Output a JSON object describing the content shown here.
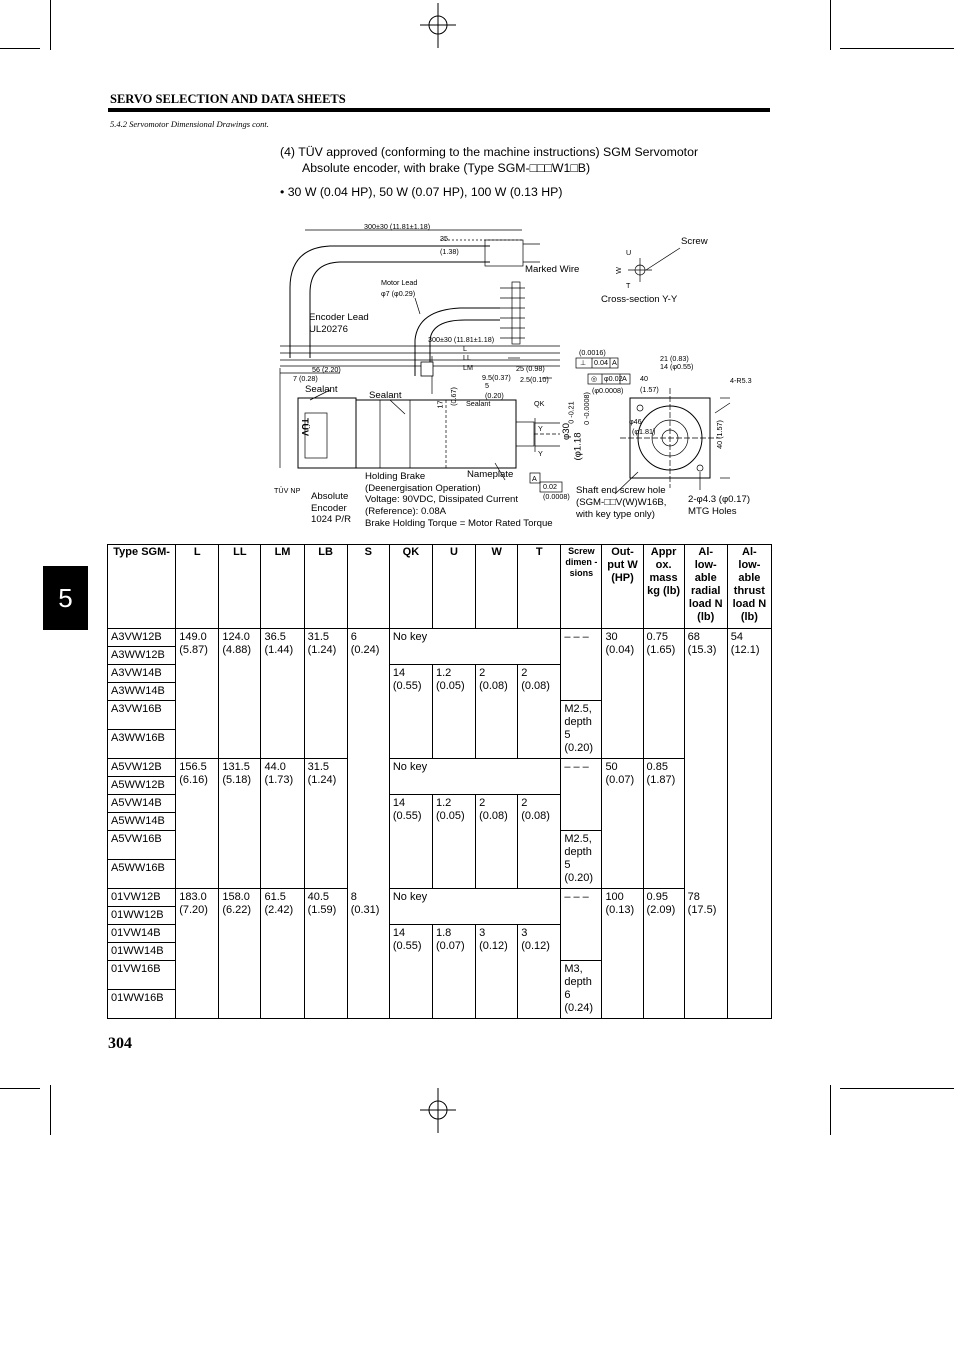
{
  "header": {
    "title": "SERVO SELECTION AND DATA SHEETS",
    "subtitle": "5.4.2 Servomotor Dimensional Drawings cont."
  },
  "chapter_tab": "5",
  "intro": {
    "line1": "(4)  TÜV approved (conforming to the machine instructions) SGM Servomotor",
    "line2": "Absolute encoder, with brake (Type SGM-□□□W1□B)",
    "bullet": "• 30 W (0.04 HP), 50 W (0.07 HP), 100 W (0.13 HP)"
  },
  "drawing": {
    "lead_len": "300±30 (11.81±1.18)",
    "d35": "35",
    "d138": "(1.38)",
    "screw": "Screw",
    "u": "U",
    "w": "W",
    "t": "T",
    "marked_wire": "Marked Wire",
    "cross_section": "Cross-section Y-Y",
    "motor_lead": "Motor Lead",
    "motor_lead_dia": "φ7 (φ0.29)",
    "encoder_lead": "Encoder Lead",
    "ul": "UL20276",
    "lead_len2": "300±30 (11.81±1.18)",
    "L": "L",
    "LL": "LL",
    "LM": "LM",
    "d56": "56 (2.20)",
    "d7": "7 (0.28)",
    "d25": "25 (0.98)",
    "d95": "9.5(0.37)",
    "d25b": "2.5(0.10)",
    "d5": "5",
    "d020": "(0.20)",
    "sealant": "Sealant",
    "sealant2": "Sealant",
    "sealant3": "Sealant",
    "d17": "17",
    "d067": "(0.67)",
    "qk": "QK",
    "y1": "Y",
    "y2": "Y",
    "tol0016": "(0.0016)",
    "perp": "⊥",
    "tol004": "0.04",
    "datum_a": "A",
    "conc": "◎",
    "tol002": "φ0.02",
    "datum_a2": "A",
    "tol00008": "(φ0.0008)",
    "d21": "21 (0.83)",
    "d14": "14 (φ0.55)",
    "d40": "40",
    "d157": "(1.57)",
    "r53": "4-R5.3",
    "d46": "φ46",
    "d181": "(φ1.81)",
    "d40v": "40 (1.57)",
    "phi30": "φ30",
    "phi118": "(φ1.18",
    "tol021": "0 -0.21",
    "tol0008v": "0 -0.0008)",
    "tuv_np": "TÜV NP",
    "abs_enc1": "Absolute",
    "abs_enc2": "Encoder",
    "abs_enc3": "1024 P/R",
    "hb1": "Holding Brake",
    "hb2": "(Deenergisation Operation)",
    "hb3": "Voltage: 90VDC, Dissipated Current",
    "hb4": "(Reference): 0.08A",
    "hb5": "Brake Holding Torque = Motor Rated Torque",
    "nameplate": "Nameplate",
    "datum_a3": "A",
    "tol002b": "0.02",
    "tol0008b": "(0.0008)",
    "shaft1": "Shaft end screw hole",
    "shaft2": "(SGM-□□V(W)W16B,",
    "shaft3": "with key type only)",
    "mtg1": "2-φ4.3 (φ0.17)",
    "mtg2": "MTG Holes",
    "tuv_mark": "TÜV"
  },
  "table": {
    "headers": [
      "Type SGM-",
      "L",
      "LL",
      "LM",
      "LB",
      "S",
      "QK",
      "U",
      "W",
      "T",
      "Screw dimen -sions",
      "Out- put W (HP)",
      "Appr ox. mass kg (lb)",
      "Al- low- able radial load N (lb)",
      "Al- low- able thrust load N (lb)"
    ],
    "groups": [
      {
        "types": [
          "A3VW12B",
          "A3WW12B",
          "A3VW14B",
          "A3WW14B",
          "A3VW16B",
          "A3WW16B"
        ],
        "L": "149.0 (5.87)",
        "LL": "124.0 (4.88)",
        "LM": "36.5 (1.44)",
        "LB": "31.5 (1.24)",
        "S": "6 (0.24)",
        "nokey": "No key",
        "dash": "– – –",
        "QK": "14 (0.55)",
        "U": "1.2 (0.05)",
        "W": "2 (0.08)",
        "T": "2 (0.08)",
        "screw": "M2.5, depth 5 (0.20)",
        "out": "30 (0.04)",
        "mass": "0.75 (1.65)",
        "radial": "68 (15.3)",
        "thrust": "54 (12.1)"
      },
      {
        "types": [
          "A5VW12B",
          "A5WW12B",
          "A5VW14B",
          "A5WW14B",
          "A5VW16B",
          "A5WW16B"
        ],
        "L": "156.5 (6.16)",
        "LL": "131.5 (5.18)",
        "LM": "44.0 (1.73)",
        "LB": "31.5 (1.24)",
        "nokey": "No key",
        "dash": "– – –",
        "QK": "14 (0.55)",
        "U": "1.2 (0.05)",
        "W": "2 (0.08)",
        "T": "2 (0.08)",
        "screw": "M2.5, depth 5 (0.20)",
        "out": "50 (0.07)",
        "mass": "0.85 (1.87)"
      },
      {
        "types": [
          "01VW12B",
          "01WW12B",
          "01VW14B",
          "01WW14B",
          "01VW16B",
          "01WW16B"
        ],
        "L": "183.0 (7.20)",
        "LL": "158.0 (6.22)",
        "LM": "61.5 (2.42)",
        "LB": "40.5 (1.59)",
        "S": "8 (0.31)",
        "nokey": "No key",
        "dash": "– – –",
        "QK": "14 (0.55)",
        "U": "1.8 (0.07)",
        "W": "3 (0.12)",
        "T": "3 (0.12)",
        "screw": "M3, depth 6 (0.24)",
        "out": "100 (0.13)",
        "mass": "0.95 (2.09)",
        "radial": "78 (17.5)"
      }
    ]
  },
  "page_number": "304"
}
